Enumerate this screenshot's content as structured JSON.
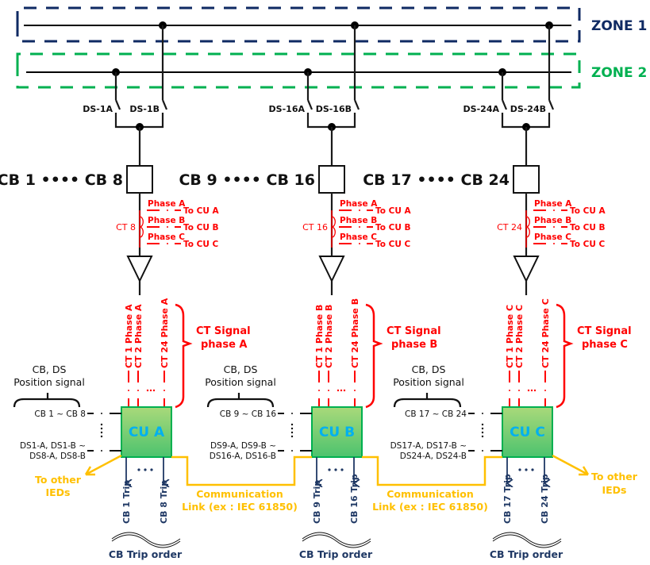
{
  "zones": [
    {
      "label": "ZONE 1",
      "color": "#0f2a63"
    },
    {
      "label": "ZONE 2",
      "color": "#00b050"
    }
  ],
  "bays": [
    {
      "ds_a": "DS-1A",
      "ds_b": "DS-1B",
      "cb_label": "CB 1 •••• CB 8",
      "ct_label": "CT 8",
      "phases": [
        "Phase A",
        "Phase B",
        "Phase C"
      ],
      "to_cu": [
        "To CU A",
        "To CU B",
        "To CU C"
      ]
    },
    {
      "ds_a": "DS-16A",
      "ds_b": "DS-16B",
      "cb_label": "CB 9 •••• CB 16",
      "ct_label": "CT 16",
      "phases": [
        "Phase A",
        "Phase B",
        "Phase C"
      ],
      "to_cu": [
        "To CU A",
        "To CU B",
        "To CU C"
      ]
    },
    {
      "ds_a": "DS-24A",
      "ds_b": "DS-24B",
      "cb_label": "CB 17 •••• CB 24",
      "ct_label": "CT 24",
      "phases": [
        "Phase A",
        "Phase B",
        "Phase C"
      ],
      "to_cu": [
        "To CU A",
        "To CU B",
        "To CU C"
      ]
    }
  ],
  "cus": [
    {
      "name": "CU  A",
      "ct_inputs": [
        "CT 1 Phase A",
        "CT 2 Phase A",
        "CT 24 Phase A"
      ],
      "ct_signal_line1": "CT Signal",
      "ct_signal_line2": "phase A",
      "pos_title1": "CB, DS",
      "pos_title2": "Position signal",
      "cb_range": "CB 1 ~ CB 8",
      "ds_range1": "DS1-A, DS1-B ~",
      "ds_range2": "DS8-A, DS8-B",
      "trips": [
        "CB 1 Trip",
        "CB 8 Trip"
      ],
      "trip_order": "CB Trip order"
    },
    {
      "name": "CU  B",
      "ct_inputs": [
        "CT 1 Phase B",
        "CT 2 Phase B",
        "CT 24 Phase B"
      ],
      "ct_signal_line1": "CT Signal",
      "ct_signal_line2": "phase B",
      "pos_title1": "CB, DS",
      "pos_title2": "Position signal",
      "cb_range": "CB 9 ~ CB 16",
      "ds_range1": "DS9-A, DS9-B ~",
      "ds_range2": "DS16-A, DS16-B",
      "trips": [
        "CB 9 Trip",
        "CB 16 Trip"
      ],
      "trip_order": "CB Trip order"
    },
    {
      "name": "CU  C",
      "ct_inputs": [
        "CT 1 Phase C",
        "CT 2 Phase C",
        "CT 24 Phase C"
      ],
      "ct_signal_line1": "CT Signal",
      "ct_signal_line2": "phase C",
      "pos_title1": "CB, DS",
      "pos_title2": "Position signal",
      "cb_range": "CB 17 ~ CB 24",
      "ds_range1": "DS17-A, DS17-B ~",
      "ds_range2": "DS24-A, DS24-B",
      "trips": [
        "CB 17 Trip",
        "CB 24 Trip"
      ],
      "trip_order": "CB Trip order"
    }
  ],
  "comm_links": [
    {
      "line1": "Communication",
      "line2": "Link (ex : IEC 61850)"
    },
    {
      "line1": "Communication",
      "line2": "Link (ex : IEC 61850)"
    }
  ],
  "other_ieds": [
    {
      "line1": "To other",
      "line2": "IEDs"
    },
    {
      "line1": "To other",
      "line2": "IEDs"
    }
  ],
  "colors": {
    "zone1": "#0f2a63",
    "zone2": "#00b050",
    "ct_signal": "#ff0000",
    "comm_link": "#ffc000",
    "trip": "#1f3864",
    "cu_text": "#00b0f0",
    "cu_fill_top": "#a9d97a",
    "cu_fill_bottom": "#4cc36e"
  }
}
